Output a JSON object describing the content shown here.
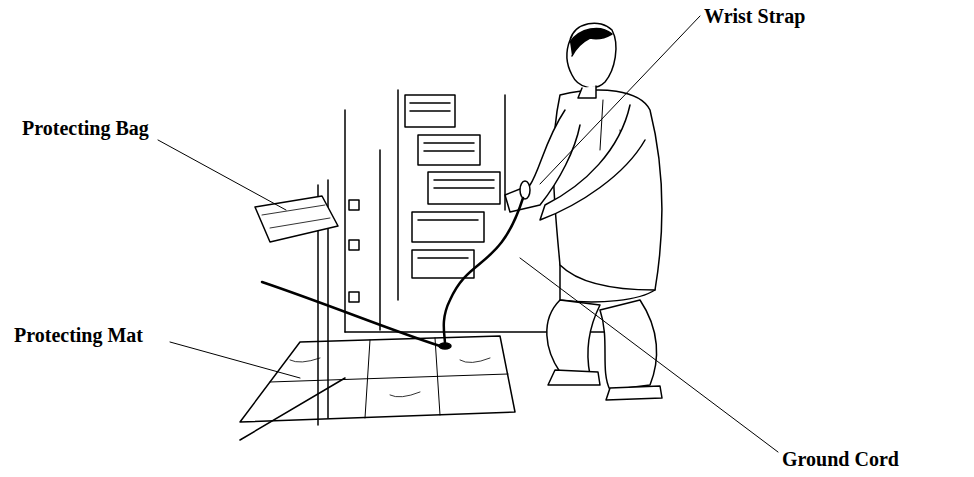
{
  "diagram": {
    "labels": [
      "Protecting Bag",
      "Wrist Strap",
      "Protecting Mat",
      "Ground Cord"
    ]
  }
}
